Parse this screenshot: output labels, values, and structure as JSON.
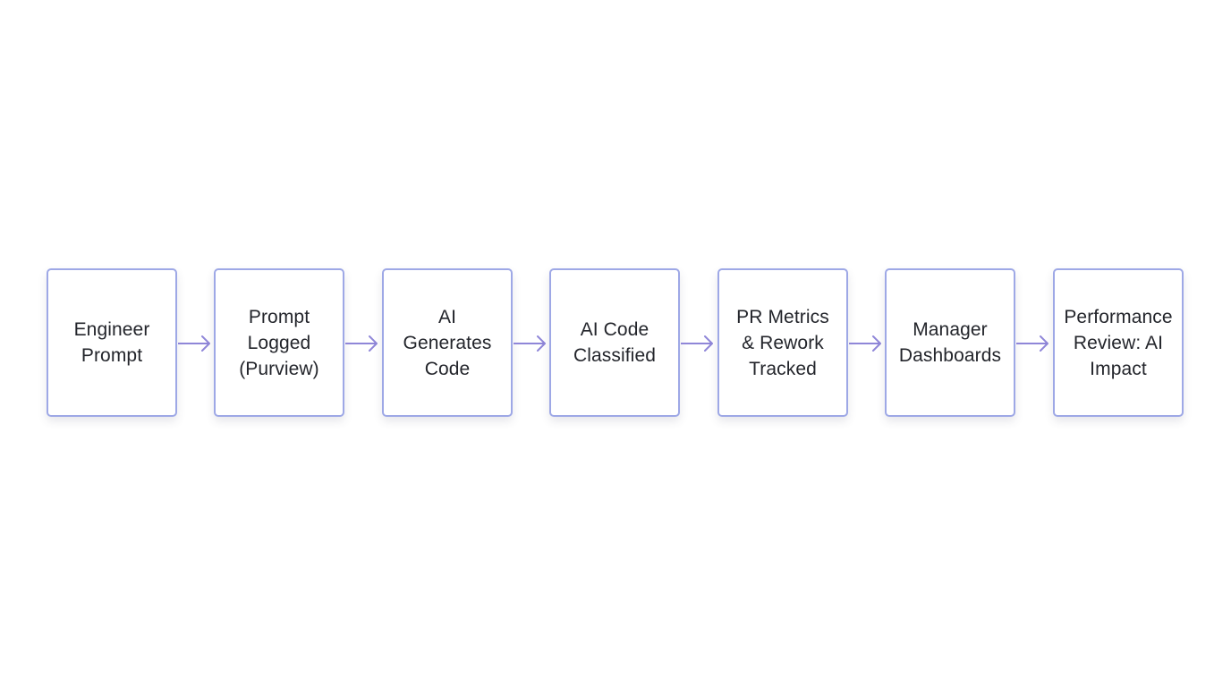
{
  "flow": {
    "colors": {
      "box_border_start": "#a7b0ec",
      "box_border_end": "#b39ddb",
      "arrow": "#8f86d8",
      "text": "#23252b",
      "background": "#ffffff"
    },
    "steps": [
      {
        "label": "Engineer\nPrompt"
      },
      {
        "label": "Prompt\nLogged\n(Purview)"
      },
      {
        "label": "AI\nGenerates\nCode"
      },
      {
        "label": "AI Code\nClassified"
      },
      {
        "label": "PR Metrics\n& Rework\nTracked"
      },
      {
        "label": "Manager\nDashboards"
      },
      {
        "label": "Performance\nReview: AI\nImpact"
      }
    ],
    "connectors": [
      {
        "from": 0,
        "to": 1,
        "icon": "arrow-right-icon"
      },
      {
        "from": 1,
        "to": 2,
        "icon": "arrow-right-icon"
      },
      {
        "from": 2,
        "to": 3,
        "icon": "arrow-right-icon"
      },
      {
        "from": 3,
        "to": 4,
        "icon": "arrow-right-icon"
      },
      {
        "from": 4,
        "to": 5,
        "icon": "arrow-right-icon"
      },
      {
        "from": 5,
        "to": 6,
        "icon": "arrow-right-icon"
      }
    ]
  }
}
